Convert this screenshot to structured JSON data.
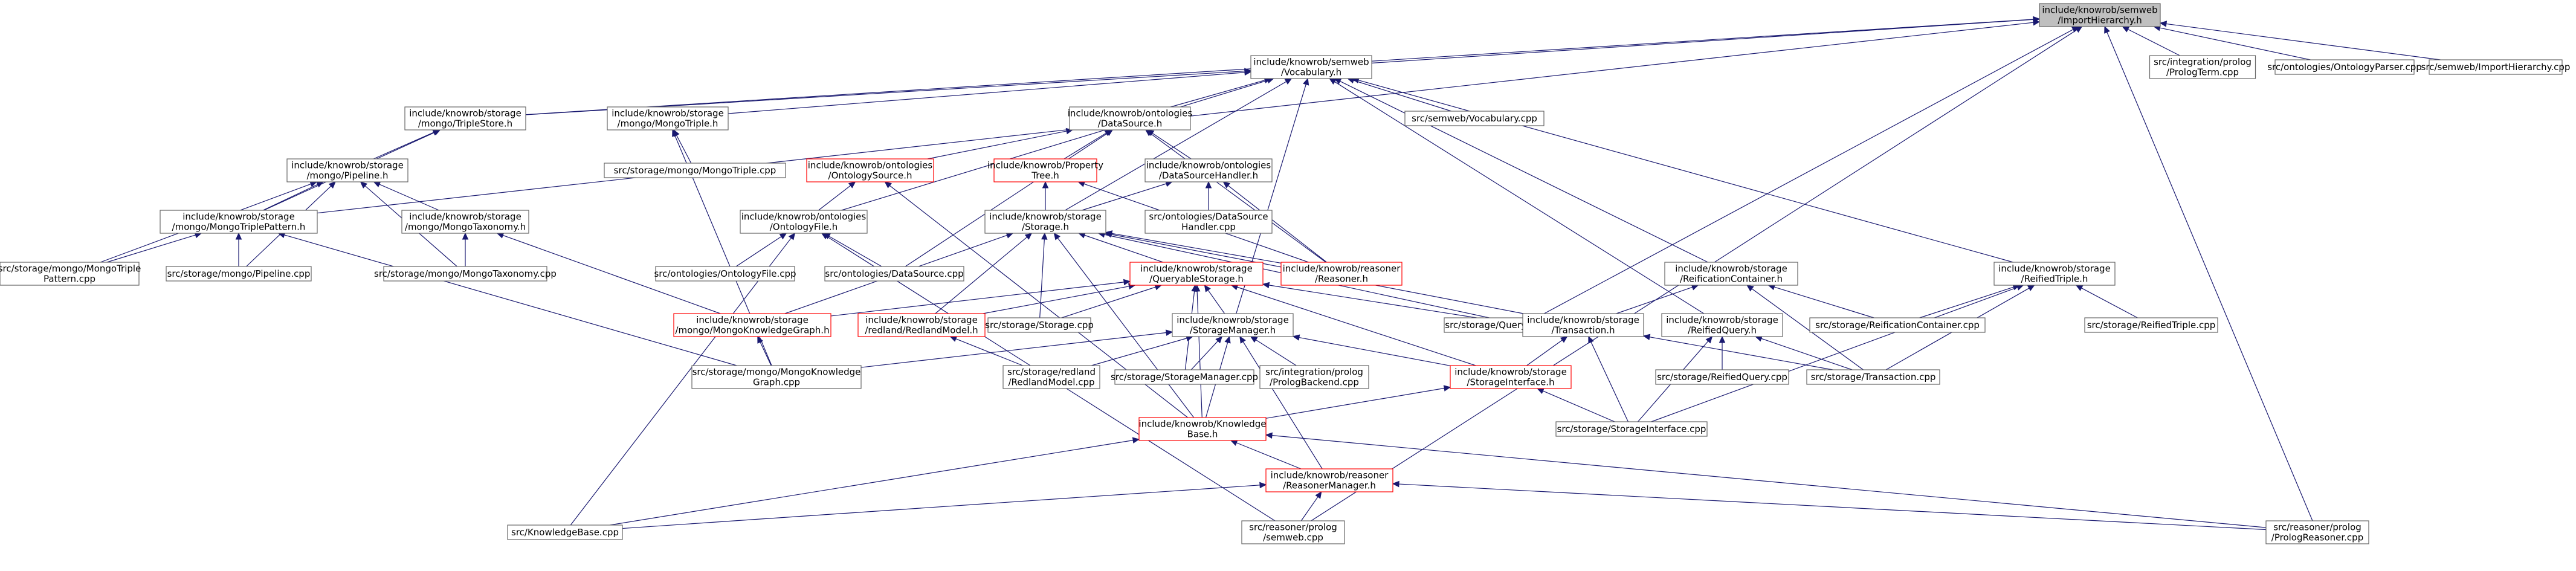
{
  "nodes": [
    {
      "id": "root",
      "lines": [
        "include/knowrob/semweb",
        "/ImportHierarchy.h"
      ],
      "style": "root"
    },
    {
      "id": "vocab",
      "lines": [
        "include/knowrob/semweb",
        "/Vocabulary.h"
      ],
      "style": "normal"
    },
    {
      "id": "triplestore",
      "lines": [
        "include/knowrob/storage",
        "/mongo/TripleStore.h"
      ],
      "style": "normal"
    },
    {
      "id": "mongotriple",
      "lines": [
        "include/knowrob/storage",
        "/mongo/MongoTriple.h"
      ],
      "style": "normal"
    },
    {
      "id": "datasource",
      "lines": [
        "include/knowrob/ontologies",
        "/DataSource.h"
      ],
      "style": "normal"
    },
    {
      "id": "vocabcpp",
      "lines": [
        "src/semweb/Vocabulary.cpp"
      ],
      "style": "normal"
    },
    {
      "id": "prologterm",
      "lines": [
        "src/integration/prolog",
        "/PrologTerm.cpp"
      ],
      "style": "normal"
    },
    {
      "id": "ontoparser",
      "lines": [
        "src/ontologies/OntologyParser.cpp"
      ],
      "style": "normal"
    },
    {
      "id": "importcpp",
      "lines": [
        "src/semweb/ImportHierarchy.cpp"
      ],
      "style": "normal"
    },
    {
      "id": "pipelineh",
      "lines": [
        "include/knowrob/storage",
        "/mongo/Pipeline.h"
      ],
      "style": "normal"
    },
    {
      "id": "mongotriplecpp",
      "lines": [
        "src/storage/mongo/MongoTriple.cpp"
      ],
      "style": "normal"
    },
    {
      "id": "ontosource",
      "lines": [
        "include/knowrob/ontologies",
        "/OntologySource.h"
      ],
      "style": "red"
    },
    {
      "id": "proptree",
      "lines": [
        "include/knowrob/Property",
        "Tree.h"
      ],
      "style": "red"
    },
    {
      "id": "dshandler",
      "lines": [
        "include/knowrob/ontologies",
        "/DataSourceHandler.h"
      ],
      "style": "normal"
    },
    {
      "id": "triplepattern",
      "lines": [
        "include/knowrob/storage",
        "/mongo/MongoTriplePattern.h"
      ],
      "style": "normal"
    },
    {
      "id": "taxonomyh",
      "lines": [
        "include/knowrob/storage",
        "/mongo/MongoTaxonomy.h"
      ],
      "style": "normal"
    },
    {
      "id": "ontofileh",
      "lines": [
        "include/knowrob/ontologies",
        "/OntologyFile.h"
      ],
      "style": "normal"
    },
    {
      "id": "storageh",
      "lines": [
        "include/knowrob/storage",
        "/Storage.h"
      ],
      "style": "normal"
    },
    {
      "id": "dshandlercpp",
      "lines": [
        "src/ontologies/DataSource",
        "Handler.cpp"
      ],
      "style": "normal"
    },
    {
      "id": "reasonerh",
      "lines": [
        "include/knowrob/reasoner",
        "/Reasoner.h"
      ],
      "style": "red"
    },
    {
      "id": "reifcont",
      "lines": [
        "include/knowrob/storage",
        "/ReificationContainer.h"
      ],
      "style": "normal"
    },
    {
      "id": "reiftriple",
      "lines": [
        "include/knowrob/storage",
        "/ReifiedTriple.h"
      ],
      "style": "normal"
    },
    {
      "id": "triplepatterncpp",
      "lines": [
        "src/storage/mongo/MongoTriple",
        "Pattern.cpp"
      ],
      "style": "normal"
    },
    {
      "id": "pipelinecpp",
      "lines": [
        "src/storage/mongo/Pipeline.cpp"
      ],
      "style": "normal"
    },
    {
      "id": "taxonomycpp",
      "lines": [
        "src/storage/mongo/MongoTaxonomy.cpp"
      ],
      "style": "normal"
    },
    {
      "id": "ontofilecpp",
      "lines": [
        "src/ontologies/OntologyFile.cpp"
      ],
      "style": "normal"
    },
    {
      "id": "datasourcecpp",
      "lines": [
        "src/ontologies/DataSource.cpp"
      ],
      "style": "normal"
    },
    {
      "id": "queryableh",
      "lines": [
        "include/knowrob/storage",
        "/QueryableStorage.h"
      ],
      "style": "red"
    },
    {
      "id": "reifcontcpp",
      "lines": [
        "src/storage/ReificationContainer.cpp"
      ],
      "style": "normal"
    },
    {
      "id": "reiftriplecpp",
      "lines": [
        "src/storage/ReifiedTriple.cpp"
      ],
      "style": "normal"
    },
    {
      "id": "kggraphh",
      "lines": [
        "include/knowrob/storage",
        "/mongo/MongoKnowledgeGraph.h"
      ],
      "style": "red"
    },
    {
      "id": "redlandh",
      "lines": [
        "include/knowrob/storage",
        "/redland/RedlandModel.h"
      ],
      "style": "red"
    },
    {
      "id": "storagecpp",
      "lines": [
        "src/storage/Storage.cpp"
      ],
      "style": "normal"
    },
    {
      "id": "storagemgrh",
      "lines": [
        "include/knowrob/storage",
        "/StorageManager.h"
      ],
      "style": "normal"
    },
    {
      "id": "queryablecpp",
      "lines": [
        "src/storage/QueryableStorage.cpp"
      ],
      "style": "normal"
    },
    {
      "id": "transactionh",
      "lines": [
        "include/knowrob/storage",
        "/Transaction.h"
      ],
      "style": "normal"
    },
    {
      "id": "reifqueryh",
      "lines": [
        "include/knowrob/storage",
        "/ReifiedQuery.h"
      ],
      "style": "normal"
    },
    {
      "id": "kggraphcpp",
      "lines": [
        "src/storage/mongo/MongoKnowledge",
        "Graph.cpp"
      ],
      "style": "normal"
    },
    {
      "id": "redlandcpp",
      "lines": [
        "src/storage/redland",
        "/RedlandModel.cpp"
      ],
      "style": "normal"
    },
    {
      "id": "storagemgrcpp",
      "lines": [
        "src/storage/StorageManager.cpp"
      ],
      "style": "normal"
    },
    {
      "id": "prologbackend",
      "lines": [
        "src/integration/prolog",
        "/PrologBackend.cpp"
      ],
      "style": "normal"
    },
    {
      "id": "storageifh",
      "lines": [
        "include/knowrob/storage",
        "/StorageInterface.h"
      ],
      "style": "red"
    },
    {
      "id": "reifquerycpp",
      "lines": [
        "src/storage/ReifiedQuery.cpp"
      ],
      "style": "normal"
    },
    {
      "id": "transactioncpp",
      "lines": [
        "src/storage/Transaction.cpp"
      ],
      "style": "normal"
    },
    {
      "id": "kbh",
      "lines": [
        "include/knowrob/Knowledge",
        "Base.h"
      ],
      "style": "red"
    },
    {
      "id": "storageifcpp",
      "lines": [
        "src/storage/StorageInterface.cpp"
      ],
      "style": "normal"
    },
    {
      "id": "reasonermgrh",
      "lines": [
        "include/knowrob/reasoner",
        "/ReasonerManager.h"
      ],
      "style": "red"
    },
    {
      "id": "kbcpp",
      "lines": [
        "src/KnowledgeBase.cpp"
      ],
      "style": "normal"
    },
    {
      "id": "semwebcpp",
      "lines": [
        "src/reasoner/prolog",
        "/semweb.cpp"
      ],
      "style": "normal"
    },
    {
      "id": "prologreasoner",
      "lines": [
        "src/reasoner/prolog",
        "/PrologReasoner.cpp"
      ],
      "style": "normal"
    }
  ],
  "edges": [
    [
      "vocab",
      "root"
    ],
    [
      "triplestore",
      "root"
    ],
    [
      "triplepattern",
      "root"
    ],
    [
      "prologterm",
      "root"
    ],
    [
      "ontoparser",
      "root"
    ],
    [
      "importcpp",
      "root"
    ],
    [
      "queryablecpp",
      "root"
    ],
    [
      "semwebcpp",
      "root"
    ],
    [
      "prologreasoner",
      "root"
    ],
    [
      "triplestore",
      "vocab"
    ],
    [
      "mongotriple",
      "vocab"
    ],
    [
      "datasource",
      "vocab"
    ],
    [
      "vocabcpp",
      "vocab"
    ],
    [
      "ontofileh",
      "vocab"
    ],
    [
      "storageh",
      "vocab"
    ],
    [
      "reifcont",
      "vocab"
    ],
    [
      "reiftriple",
      "vocab"
    ],
    [
      "reifqueryh",
      "vocab"
    ],
    [
      "storagemgrh",
      "vocab"
    ],
    [
      "pipelineh",
      "triplestore"
    ],
    [
      "triplepattern",
      "triplestore"
    ],
    [
      "mongotriplecpp",
      "mongotriple"
    ],
    [
      "kggraphcpp",
      "mongotriple"
    ],
    [
      "ontosource",
      "datasource"
    ],
    [
      "proptree",
      "datasource"
    ],
    [
      "dshandler",
      "datasource"
    ],
    [
      "datasourcecpp",
      "datasource"
    ],
    [
      "reasonerh",
      "datasource"
    ],
    [
      "triplepattern",
      "pipelineh"
    ],
    [
      "taxonomyh",
      "pipelineh"
    ],
    [
      "triplepatterncpp",
      "pipelineh"
    ],
    [
      "pipelinecpp",
      "pipelineh"
    ],
    [
      "taxonomycpp",
      "pipelineh"
    ],
    [
      "ontofileh",
      "ontosource"
    ],
    [
      "kbh",
      "ontosource"
    ],
    [
      "storageh",
      "proptree"
    ],
    [
      "reasonerh",
      "proptree"
    ],
    [
      "storageh",
      "dshandler"
    ],
    [
      "dshandlercpp",
      "dshandler"
    ],
    [
      "reasonerh",
      "dshandler"
    ],
    [
      "triplepatterncpp",
      "triplepattern"
    ],
    [
      "pipelinecpp",
      "triplepattern"
    ],
    [
      "kggraphcpp",
      "triplepattern"
    ],
    [
      "taxonomycpp",
      "taxonomyh"
    ],
    [
      "kggraphh",
      "taxonomyh"
    ],
    [
      "ontofilecpp",
      "ontofileh"
    ],
    [
      "datasourcecpp",
      "ontofileh"
    ],
    [
      "kbcpp",
      "ontofileh"
    ],
    [
      "semwebcpp",
      "ontofileh"
    ],
    [
      "queryableh",
      "storageh"
    ],
    [
      "kggraphh",
      "storageh"
    ],
    [
      "redlandh",
      "storageh"
    ],
    [
      "storagecpp",
      "storageh"
    ],
    [
      "reasonerh",
      "storageh"
    ],
    [
      "transactionh",
      "storageh"
    ],
    [
      "kbh",
      "storageh"
    ],
    [
      "queryablecpp",
      "storageh"
    ],
    [
      "transactionh",
      "reifcont"
    ],
    [
      "reifcontcpp",
      "reifcont"
    ],
    [
      "transactioncpp",
      "reifcont"
    ],
    [
      "reifcontcpp",
      "reiftriple"
    ],
    [
      "reiftriplecpp",
      "reiftriple"
    ],
    [
      "transactioncpp",
      "reiftriple"
    ],
    [
      "storageifcpp",
      "reiftriple"
    ],
    [
      "kggraphh",
      "queryableh"
    ],
    [
      "redlandh",
      "queryableh"
    ],
    [
      "storagecpp",
      "queryableh"
    ],
    [
      "storagemgrh",
      "queryableh"
    ],
    [
      "queryablecpp",
      "queryableh"
    ],
    [
      "storageifh",
      "queryableh"
    ],
    [
      "storagemgrcpp",
      "queryableh"
    ],
    [
      "kbh",
      "queryableh"
    ],
    [
      "kggraphcpp",
      "kggraphh"
    ],
    [
      "redlandcpp",
      "redlandh"
    ],
    [
      "kggraphcpp",
      "storagemgrh"
    ],
    [
      "redlandcpp",
      "storagemgrh"
    ],
    [
      "storagemgrcpp",
      "storagemgrh"
    ],
    [
      "prologbackend",
      "storagemgrh"
    ],
    [
      "storageifh",
      "storagemgrh"
    ],
    [
      "kbh",
      "storagemgrh"
    ],
    [
      "reasonermgrh",
      "storagemgrh"
    ],
    [
      "storageifcpp",
      "transactionh"
    ],
    [
      "transactioncpp",
      "transactionh"
    ],
    [
      "storageifh",
      "transactionh"
    ],
    [
      "reifquerycpp",
      "reifqueryh"
    ],
    [
      "transactioncpp",
      "reifqueryh"
    ],
    [
      "storageifcpp",
      "reifqueryh"
    ],
    [
      "kbh",
      "storageifh"
    ],
    [
      "storageifcpp",
      "storageifh"
    ],
    [
      "reasonermgrh",
      "kbh"
    ],
    [
      "kbcpp",
      "kbh"
    ],
    [
      "prologreasoner",
      "kbh"
    ],
    [
      "kbcpp",
      "reasonermgrh"
    ],
    [
      "semwebcpp",
      "reasonermgrh"
    ],
    [
      "prologreasoner",
      "reasonermgrh"
    ]
  ]
}
